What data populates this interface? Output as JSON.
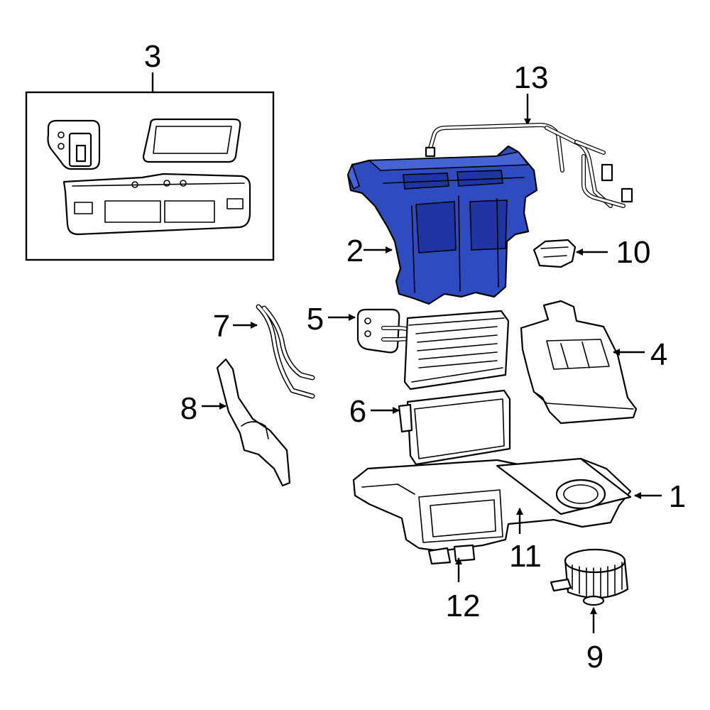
{
  "diagram": {
    "highlight_color": "#2f4bc0",
    "callouts": [
      {
        "id": "1",
        "text": "1"
      },
      {
        "id": "2",
        "text": "2"
      },
      {
        "id": "3",
        "text": "3"
      },
      {
        "id": "4",
        "text": "4"
      },
      {
        "id": "5",
        "text": "5"
      },
      {
        "id": "6",
        "text": "6"
      },
      {
        "id": "7",
        "text": "7"
      },
      {
        "id": "8",
        "text": "8"
      },
      {
        "id": "9",
        "text": "9"
      },
      {
        "id": "10",
        "text": "10"
      },
      {
        "id": "11",
        "text": "11"
      },
      {
        "id": "12",
        "text": "12"
      },
      {
        "id": "13",
        "text": "13"
      }
    ]
  }
}
